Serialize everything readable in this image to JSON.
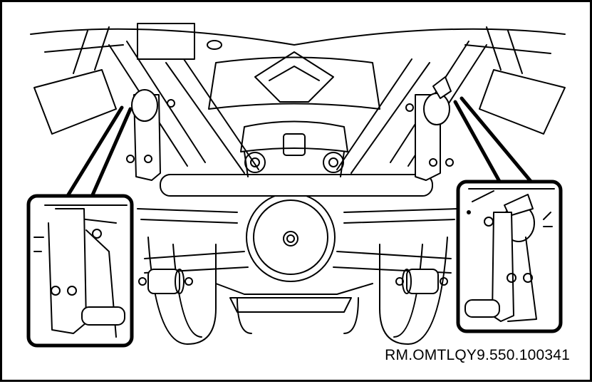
{
  "diagram": {
    "reference_code": "RM.OMTLQY9.550.100341",
    "callouts": [
      {
        "id": "left",
        "detail": "shackle-bracket"
      },
      {
        "id": "right",
        "detail": "shackle-bracket"
      }
    ]
  },
  "colors": {
    "line": "#000000",
    "background": "#ffffff"
  }
}
